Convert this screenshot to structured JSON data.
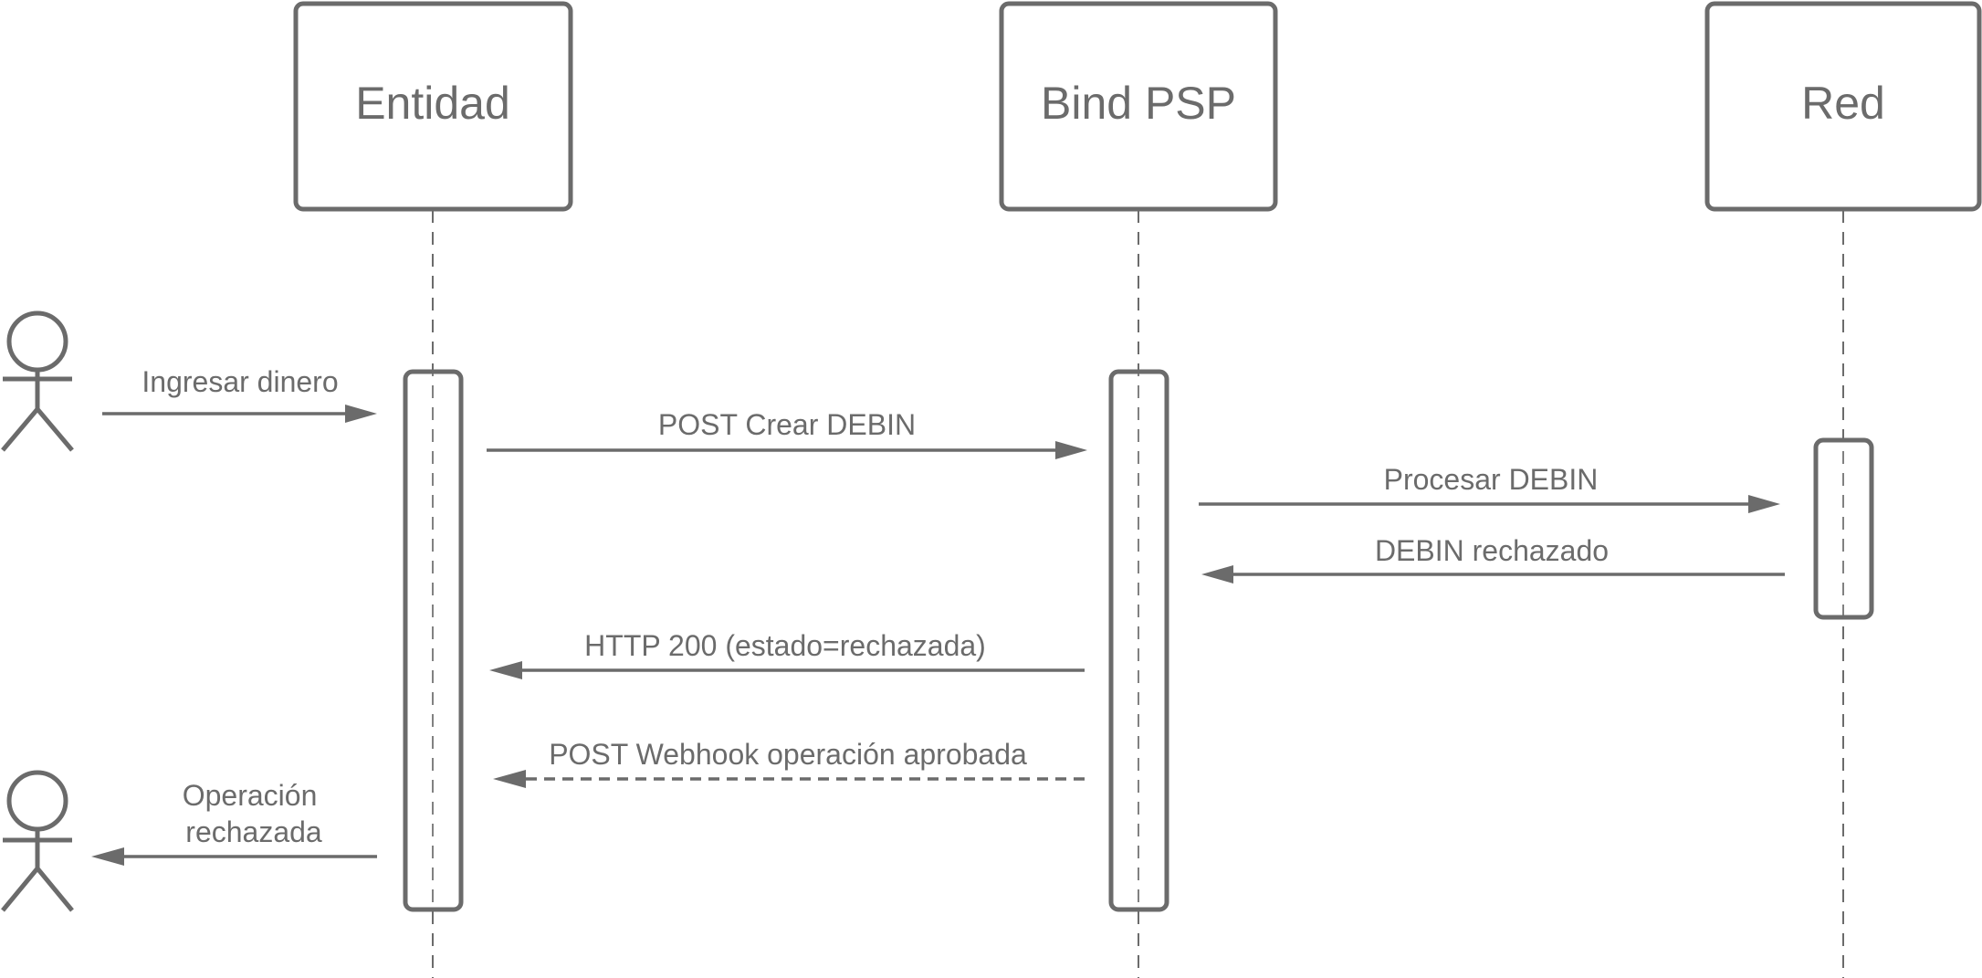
{
  "participants": [
    {
      "label": "Entidad"
    },
    {
      "label": "Bind PSP"
    },
    {
      "label": "Red"
    }
  ],
  "messages": [
    {
      "label": "Ingresar dinero",
      "style": "solid"
    },
    {
      "label": "POST Crear DEBIN",
      "style": "solid"
    },
    {
      "label": "Procesar DEBIN",
      "style": "solid"
    },
    {
      "label": "DEBIN rechazado",
      "style": "solid"
    },
    {
      "label": "HTTP 200 (estado=rechazada)",
      "style": "solid"
    },
    {
      "label": "POST Webhook operación aprobada",
      "style": "dashed"
    },
    {
      "label_lines": [
        "Operación",
        "rechazada"
      ],
      "style": "solid"
    }
  ],
  "colors": {
    "stroke": "#6b6b6b",
    "background": "#ffffff"
  }
}
